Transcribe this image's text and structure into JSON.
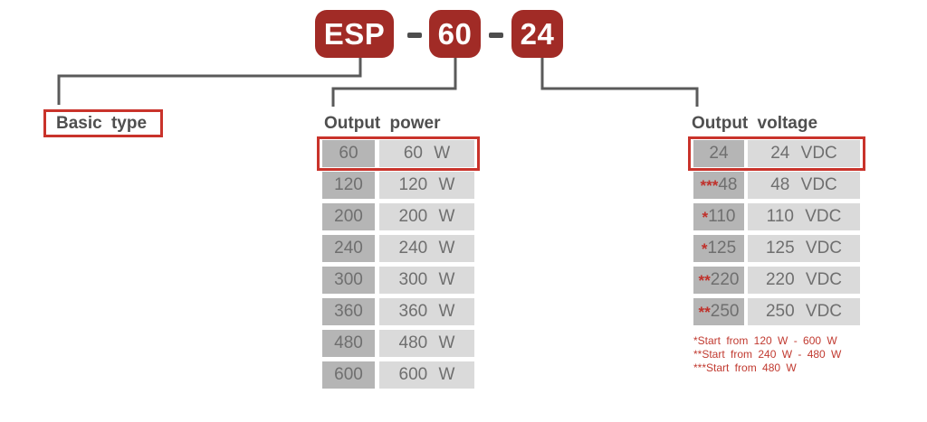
{
  "model_code": {
    "separator": "-",
    "segments": [
      {
        "label": "ESP",
        "meaning": "Basic type"
      },
      {
        "label": "60",
        "meaning": "Output power"
      },
      {
        "label": "24",
        "meaning": "Output voltage"
      }
    ]
  },
  "sections": {
    "basic_type": {
      "title": "Basic type"
    },
    "output_power": {
      "title": "Output power",
      "rows": [
        {
          "code": "60",
          "description": "60 W",
          "highlighted": true
        },
        {
          "code": "120",
          "description": "120 W",
          "highlighted": false
        },
        {
          "code": "200",
          "description": "200 W",
          "highlighted": false
        },
        {
          "code": "240",
          "description": "240 W",
          "highlighted": false
        },
        {
          "code": "300",
          "description": "300 W",
          "highlighted": false
        },
        {
          "code": "360",
          "description": "360 W",
          "highlighted": false
        },
        {
          "code": "480",
          "description": "480 W",
          "highlighted": false
        },
        {
          "code": "600",
          "description": "600 W",
          "highlighted": false
        }
      ]
    },
    "output_voltage": {
      "title": "Output voltage",
      "rows": [
        {
          "prefix": "",
          "code": "24",
          "description": "24 VDC",
          "highlighted": true
        },
        {
          "prefix": "***",
          "code": "48",
          "description": "48 VDC",
          "highlighted": false
        },
        {
          "prefix": "*",
          "code": "110",
          "description": "110 VDC",
          "highlighted": false
        },
        {
          "prefix": "*",
          "code": "125",
          "description": "125 VDC",
          "highlighted": false
        },
        {
          "prefix": "**",
          "code": "220",
          "description": "220 VDC",
          "highlighted": false
        },
        {
          "prefix": "**",
          "code": "250",
          "description": "250 VDC",
          "highlighted": false
        }
      ],
      "footnotes": [
        "*Start from 120 W - 600 W",
        "**Start from 240 W - 480 W",
        "***Start from 480 W"
      ]
    }
  },
  "colors": {
    "badge_background": "#a12b26",
    "badge_text": "#ffffff",
    "highlight_border": "#c9332b",
    "connector_line": "#5a5a5a",
    "code_cell_background": "#b5b5b5",
    "description_cell_background": "#dadada",
    "cell_text": "#6f6f6f",
    "heading_text": "#4f4f4f",
    "footnote_text": "#c13a30"
  }
}
